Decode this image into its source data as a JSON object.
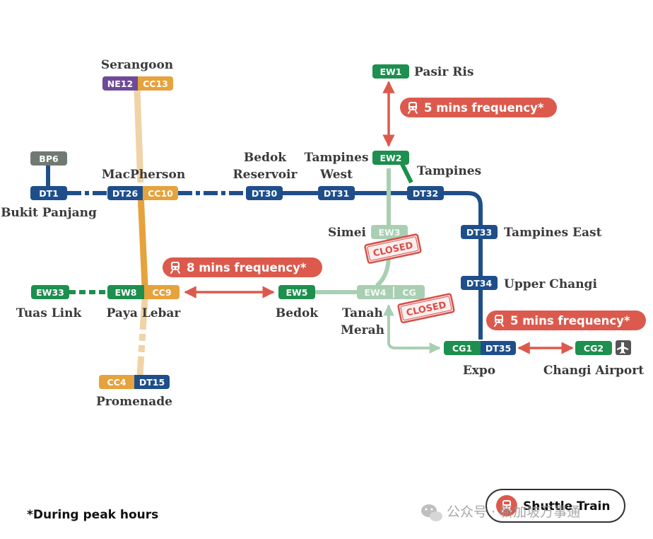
{
  "colors": {
    "dt": "#1f4f8b",
    "ew": "#1d8f4e",
    "ew_faded": "#a9cfb2",
    "cc": "#e6a23c",
    "cc_faded": "#f0d3a6",
    "ne": "#6e4a98",
    "bp": "#6f7a73",
    "cg": "#1d8f4e",
    "shuttle": "#dc5a4d"
  },
  "stations": {
    "serangoon": {
      "name": "Serangoon",
      "codes": [
        "NE12",
        "CC13"
      ]
    },
    "bp6": {
      "codes": [
        "BP6"
      ]
    },
    "bukit_panjang": {
      "name": "Bukit Panjang",
      "codes": [
        "DT1"
      ]
    },
    "macpherson": {
      "name": "MacPherson",
      "codes": [
        "DT26",
        "CC10"
      ]
    },
    "bedok_reservoir": {
      "name_line1": "Bedok",
      "name_line2": "Reservoir",
      "codes": [
        "DT30"
      ]
    },
    "tampines_west": {
      "name_line1": "Tampines",
      "name_line2": "West",
      "codes": [
        "DT31"
      ]
    },
    "pasir_ris": {
      "name": "Pasir Ris",
      "codes": [
        "EW1"
      ]
    },
    "tampines": {
      "name": "Tampines",
      "codes": [
        "EW2",
        "DT32"
      ]
    },
    "simei": {
      "name": "Simei",
      "codes": [
        "EW3"
      ]
    },
    "tampines_east": {
      "name": "Tampines East",
      "codes": [
        "DT33"
      ]
    },
    "upper_changi": {
      "name": "Upper Changi",
      "codes": [
        "DT34"
      ]
    },
    "tuas_link": {
      "name": "Tuas Link",
      "codes": [
        "EW33"
      ]
    },
    "paya_lebar": {
      "name": "Paya Lebar",
      "codes": [
        "EW8",
        "CC9"
      ]
    },
    "bedok": {
      "name": "Bedok",
      "codes": [
        "EW5"
      ]
    },
    "tanah_merah": {
      "name_line1": "Tanah",
      "name_line2": "Merah",
      "codes": [
        "EW4",
        "CG"
      ]
    },
    "expo": {
      "name": "Expo",
      "codes": [
        "CG1",
        "DT35"
      ]
    },
    "changi_airport": {
      "name": "Changi Airport",
      "codes": [
        "CG2"
      ]
    },
    "promenade": {
      "name": "Promenade",
      "codes": [
        "CC4",
        "DT15"
      ]
    }
  },
  "shuttles": {
    "pasir_ris_tampines": {
      "label": "5 mins frequency*",
      "frequency_minutes": 5
    },
    "paya_lebar_bedok": {
      "label": "8 mins frequency*",
      "frequency_minutes": 8
    },
    "expo_changi": {
      "label": "5 mins frequency*",
      "frequency_minutes": 5
    }
  },
  "stamps": {
    "simei": "CLOSED",
    "tanah_merah": "CLOSED"
  },
  "footnote": "*During peak hours",
  "legend": {
    "label": "Shuttle Train"
  },
  "watermark": {
    "text": "公众号 · 新加坡万事通"
  }
}
